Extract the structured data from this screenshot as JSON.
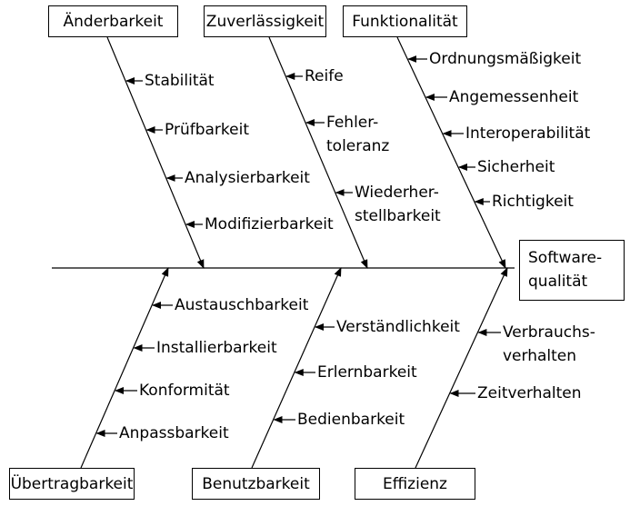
{
  "effect": {
    "line1": "Software-",
    "line2": "qualität"
  },
  "top": [
    {
      "name": "Änderbarkeit",
      "subs": [
        "Stabilität",
        "Prüfbarkeit",
        "Analysierbarkeit",
        "Modifizierbarkeit"
      ]
    },
    {
      "name": "Zuverlässigkeit",
      "subs": [
        "Reife",
        "Fehler-\ntoleranz",
        "Wiederher-\nstellbarkeit"
      ]
    },
    {
      "name": "Funktionalität",
      "subs": [
        "Ordnungsmäßigkeit",
        "Angemessenheit",
        "Interoperabilität",
        "Sicherheit",
        "Richtigkeit"
      ]
    }
  ],
  "bottom": [
    {
      "name": "Übertragbarkeit",
      "subs": [
        "Austauschbarkeit",
        "Installierbarkeit",
        "Konformität",
        "Anpassbarkeit"
      ]
    },
    {
      "name": "Benutzbarkeit",
      "subs": [
        "Verständlichkeit",
        "Erlernbarkeit",
        "Bedienbarkeit"
      ]
    },
    {
      "name": "Effizienz",
      "subs": [
        "Verbrauchs-\nverhalten",
        "Zeitverhalten"
      ]
    }
  ]
}
